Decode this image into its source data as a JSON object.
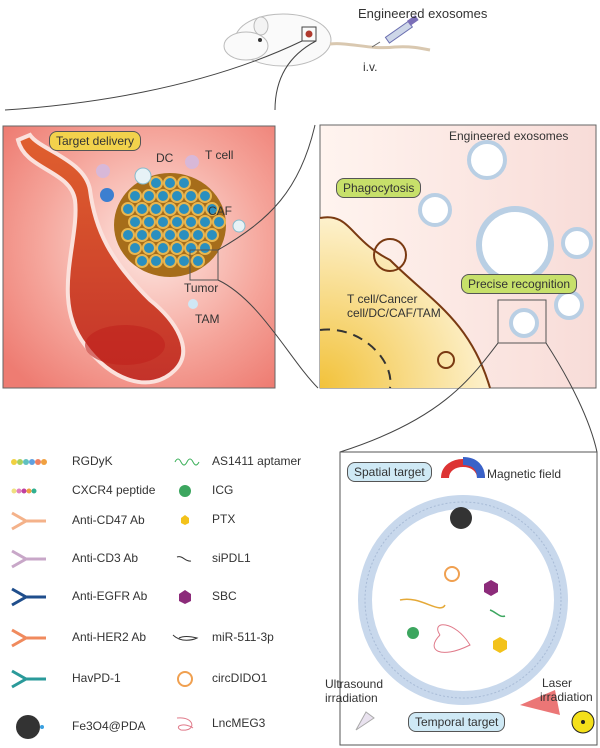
{
  "top": {
    "title": "Engineered exosomes",
    "route": "i.v."
  },
  "panel_left": {
    "badge": "Target delivery",
    "labels": {
      "dc": "DC",
      "tcell": "T cell",
      "caf": "CAF",
      "tumor": "Tumor",
      "tam": "TAM"
    }
  },
  "panel_right": {
    "title": "Engineered exosomes",
    "phagocytosis": "Phagocytosis",
    "precise": "Precise recognition",
    "cell_label_1": "T cell/Cancer",
    "cell_label_2": "cell/DC/CAF/TAM"
  },
  "legend": {
    "left": [
      {
        "icon": "rgdyk-icon",
        "label": "RGDyK"
      },
      {
        "icon": "cxcr4-peptide-icon",
        "label": "CXCR4 peptide"
      },
      {
        "icon": "anti-cd47-antibody-icon",
        "label": "Anti-CD47 Ab"
      },
      {
        "icon": "anti-cd3-antibody-icon",
        "label": "Anti-CD3 Ab"
      },
      {
        "icon": "anti-egfr-antibody-icon",
        "label": "Anti-EGFR Ab"
      },
      {
        "icon": "anti-her2-antibody-icon",
        "label": "Anti-HER2 Ab"
      },
      {
        "icon": "havpd1-icon",
        "label": "HavPD-1"
      },
      {
        "icon": "fe3o4-pda-icon",
        "label": "Fe3O4@PDA"
      }
    ],
    "right": [
      {
        "icon": "aptamer-icon",
        "label": "AS1411 aptamer"
      },
      {
        "icon": "icg-icon",
        "label": "ICG"
      },
      {
        "icon": "ptx-icon",
        "label": "PTX"
      },
      {
        "icon": "sipdl1-icon",
        "label": "siPDL1"
      },
      {
        "icon": "sbc-icon",
        "label": "SBC"
      },
      {
        "icon": "mirna-icon",
        "label": "miR-511-3p"
      },
      {
        "icon": "circrna-icon",
        "label": "circDIDO1"
      },
      {
        "icon": "lncrna-icon",
        "label": "LncMEG3"
      }
    ]
  },
  "panel_bottom": {
    "spatial": "Spatial target",
    "magnetic": "Magnetic field",
    "ultrasound_1": "Ultrasound",
    "ultrasound_2": "irradiation",
    "laser_1": "Laser",
    "laser_2": "irradiation",
    "temporal": "Temporal target"
  },
  "colors": {
    "tumor_bg": "#f08a80",
    "recognition_bg": "#fbe8e4",
    "cell_yellow": "#f5cf55",
    "badge_yellow": "#f2d24c",
    "badge_green": "#c7e06a",
    "badge_blue": "#cfe9f5"
  }
}
